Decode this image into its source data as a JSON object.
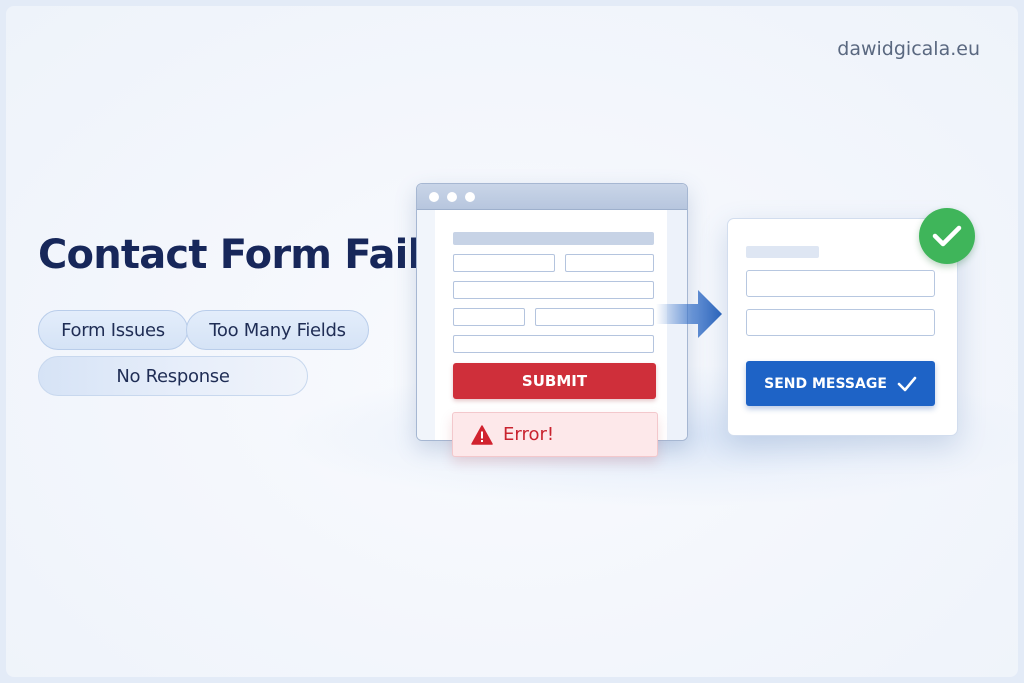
{
  "brand": {
    "text": "dawidgicala.eu"
  },
  "headline": {
    "title": "Contact Form Fails"
  },
  "tags": {
    "form_issues": "Form Issues",
    "too_many_fields": "Too Many Fields",
    "no_response": "No Response"
  },
  "broken_form": {
    "submit_label": "SUBMIT",
    "error_text": "Error!",
    "error_icon": "warning-triangle-icon"
  },
  "good_form": {
    "send_label": "SEND MESSAGE",
    "send_icon": "checkmark-icon",
    "success_icon": "success-check-badge-icon"
  },
  "colors": {
    "title": "#17275a",
    "submit_red": "#cf2f3a",
    "error_bg": "#fde8ea",
    "send_blue": "#1e63c6",
    "success_green": "#3fb55a"
  }
}
